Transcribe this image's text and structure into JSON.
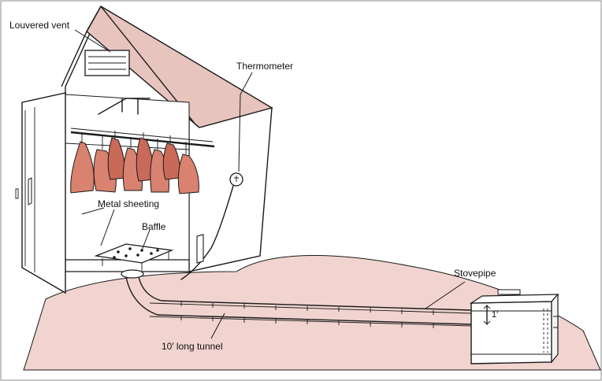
{
  "labels": {
    "louvered_vent": "Louvered vent",
    "thermometer": "Thermometer",
    "metal_sheeting": "Metal sheeting",
    "baffle": "Baffle",
    "stovepipe": "Stovepipe",
    "tunnel": "10′ long tunnel",
    "depth": "1′"
  },
  "colors": {
    "roof": "#e8c4bf",
    "ground": "#f1d4cf",
    "meat": "#d9826f",
    "meat_dark": "#c86a57",
    "wall": "#ffffff",
    "ink": "#1a1a1a"
  }
}
